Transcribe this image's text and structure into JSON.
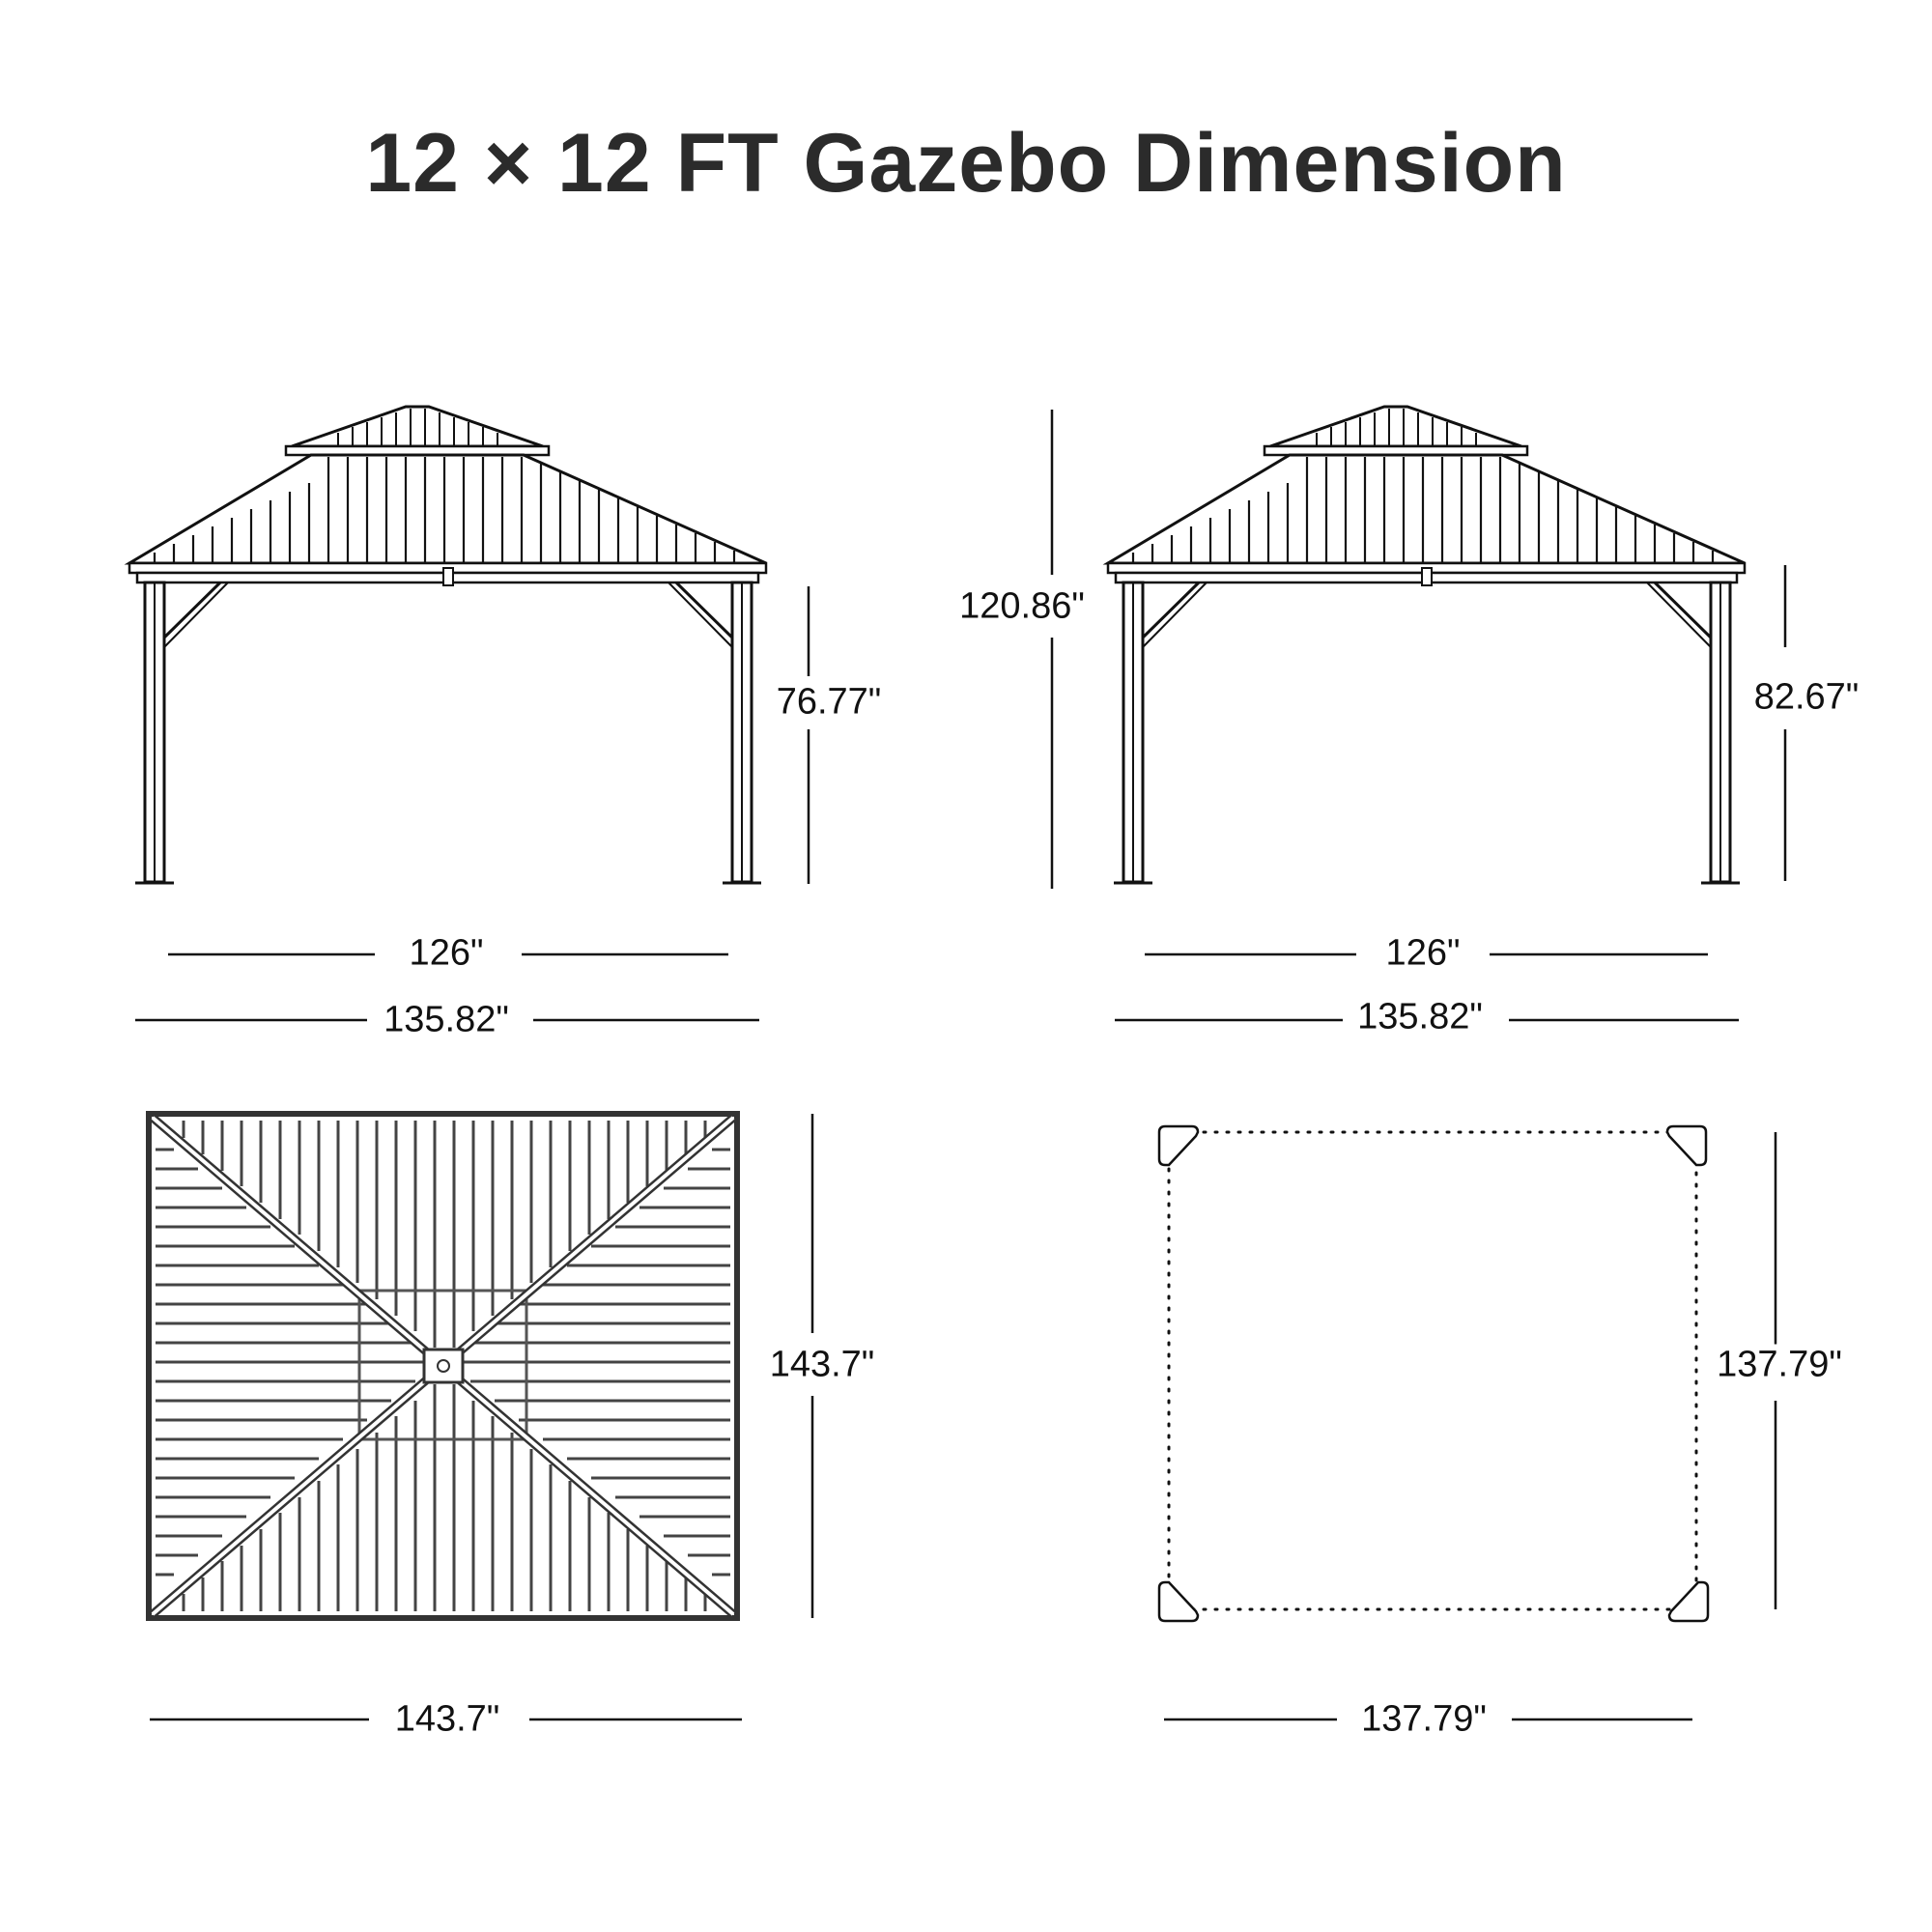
{
  "title": "12 × 12 FT Gazebo Dimension",
  "views": {
    "front_elevation": {
      "post_height": "76.77\"",
      "inner_width": "126\"",
      "outer_width": "135.82\""
    },
    "side_elevation": {
      "total_height": "120.86\"",
      "post_height": "82.67\"",
      "inner_width": "126\"",
      "outer_width": "135.82\""
    },
    "roof_top_view": {
      "depth": "143.7\"",
      "width": "143.7\""
    },
    "footprint_plan": {
      "depth": "137.79\"",
      "width": "137.79\""
    }
  },
  "colors": {
    "line": "#111111",
    "title": "#2b2b2b",
    "background": "#ffffff"
  }
}
